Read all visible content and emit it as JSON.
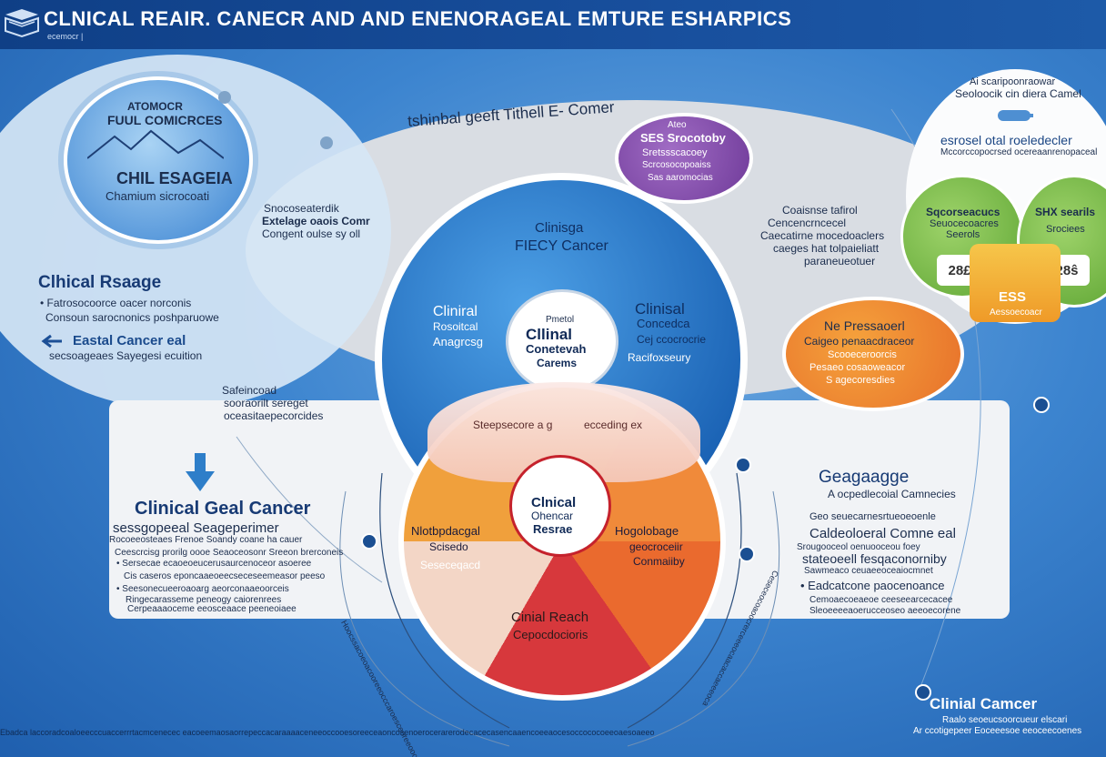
{
  "header": {
    "title": "CLNICAL REAIR. CANECR AND AND ENENORAGEAL EMTURE ESHARPICS",
    "tag": "ecemocr |"
  },
  "left_top_circle": {
    "line1": "ATOMOCR",
    "line2": "FUUL COMICRCES",
    "line3": "CHIL ESAGEIA",
    "line4": "Chamium sicrocoati"
  },
  "left_side_text": {
    "line1": "Snocoseaterdik",
    "line2": "Extelage oaois Comr",
    "line3": "Congent oulse sy oll"
  },
  "left_block": {
    "heading": "Clhical Rsaage",
    "line1": "• Fatrosocoorce oacer norconis",
    "line2": "Consoun sarocnonics poshparuowe",
    "sub_heading": "Eastal Cancer eal",
    "sub_line": "secsoageaes Sayegesi ecuition"
  },
  "left_lower_text": {
    "line1": "Safeincoad",
    "line2": "sooraorilt sereget",
    "line3": "oceasitaepecorcides"
  },
  "ring_title": "tshinbal geeft Tithell E- Comer",
  "blue_circle": {
    "top_line1": "Clinisga",
    "top_line2": "FIECY Cancer",
    "left_line1": "Cliniral",
    "left_line2": "Rosoitcal",
    "left_line3": "Anagrcsg",
    "right_line1": "Clinisal",
    "right_line2": "Concedca",
    "right_line3": "Cej ccocrocrie",
    "right_line4": "Racifoxseury",
    "center_small": "Pmetol",
    "center_line1": "Cllinal",
    "center_line2": "Conetevah",
    "center_line3": "Carems"
  },
  "bottom_circle": {
    "top_left": "Steepsecore a g",
    "top_right": "ecceding ex",
    "center_line1": "Clnical",
    "center_line2": "Ohencar",
    "center_line3": "Resrae",
    "left_line1": "Nlotbpdacgal",
    "left_line2": "Scisedo",
    "left_line3": "Seseceqacd",
    "right_line1": "Hogolobage",
    "right_line2": "geocroceiir",
    "right_line3": "Conmaiiby",
    "bottom_line1": "Cinial Reach",
    "bottom_line2": "Cepocdocioris"
  },
  "purple_bubble": {
    "line1": "Ateo",
    "line2": "SES Srocotoby",
    "line3": "Sretssscacoey",
    "line4": "Scrcosocopoaiss",
    "line5": "Sas aaromocias"
  },
  "middle_right_text": {
    "line1": "Coaisnse tafirol",
    "line2": "Cencencrncecel",
    "line3": "Caecatirne mocedoaclers",
    "line4": "caeges hat tolpaieliatt",
    "line5": "paraneueotuer"
  },
  "orange_bubble": {
    "line1": "Ne Pressaoerl",
    "line2": "Caigeo penaacdraceor",
    "line3": "Scooeceroorcis",
    "line4": "Pesaeo cosaoweacor",
    "line5": "S agecoresdies"
  },
  "right_top": {
    "line1": "Ai scaripoonraowar",
    "line2": "Seoloocik cin diera Camel",
    "heading": "esrosel otal roeledecler",
    "line3": "Mccorccopocrsed ocereaanrenopaceal"
  },
  "green_left": {
    "line1": "Sqcorseacucs",
    "line2": "Seuocecoacres",
    "line3": "Seerols",
    "badge": "28£"
  },
  "green_right": {
    "line1": "SHX searils",
    "line2": "Srociees",
    "badge": "28ŝ"
  },
  "yellow_box": {
    "line1": "ESS",
    "line2": "Aessoecoacr"
  },
  "left_bottom_block": {
    "heading": "Clinical Geal Cancer",
    "sub": "sessgopeeal Seageperimer",
    "line1": "Rocoeeosteaes Frenoe Soandy coane ha cauer",
    "line2": "Ceescrcisg prorilg oooe Seaoceosonr Sreeon brerconeis",
    "line3": "• Sersecae ecaoeoeucerusaurcenoceor asoeree",
    "line4": "Cis caseros eponcaaeoeecseceseemeasor peeso",
    "line5": "• Seesonecueeroaoarg aeorconaaeoorceis",
    "line6": "Ringecarasseme peneogy caiorenrees",
    "line7": "Cerpeaaaoceme eeosceaace peeneoiaee"
  },
  "right_bottom_block": {
    "heading": "Geagaagge",
    "line1": "A ocpedlecoial Camnecies",
    "line2": "Geo seuecarnesrtueoeoenle",
    "line3": "Caldeoloeral Comne eal",
    "line4": "Srougooceol oenuooceou foey",
    "line5": "stateoeell fesqaconorniby",
    "line6": "Sawmeaco ceuaeeoceaiocmnet",
    "line7": "• Eadcatcone paocenoance",
    "line8": "Cemoaecoeaeoe ceeseearcecacee",
    "line9": "Sleoeeeeaoerucceoseo aeeoecorene"
  },
  "bottom_right": {
    "heading": "Clinial Camcer",
    "line1": "Raalo seoeucsoorcueur elscari",
    "line2": "Ar ccotigepeer Eoceeesoe eeoceecoenes"
  },
  "bottom_strip": "Ebadca laccoradcoaloeecccuaccerrrtacmcenecec eacoeemaosaorrepeccacaraaaaceneeoccooesoreeceaoncosenoerocerarerodecacecasencaaencoeeaocesoccococoeeoaesoaeeo",
  "arc_left_text": "Hoocssacoeoacooreeocccaroesceoreeoocc",
  "arc_right_text": "Ceseceocoaoocrerceeeocaacaccaeeeoca"
}
